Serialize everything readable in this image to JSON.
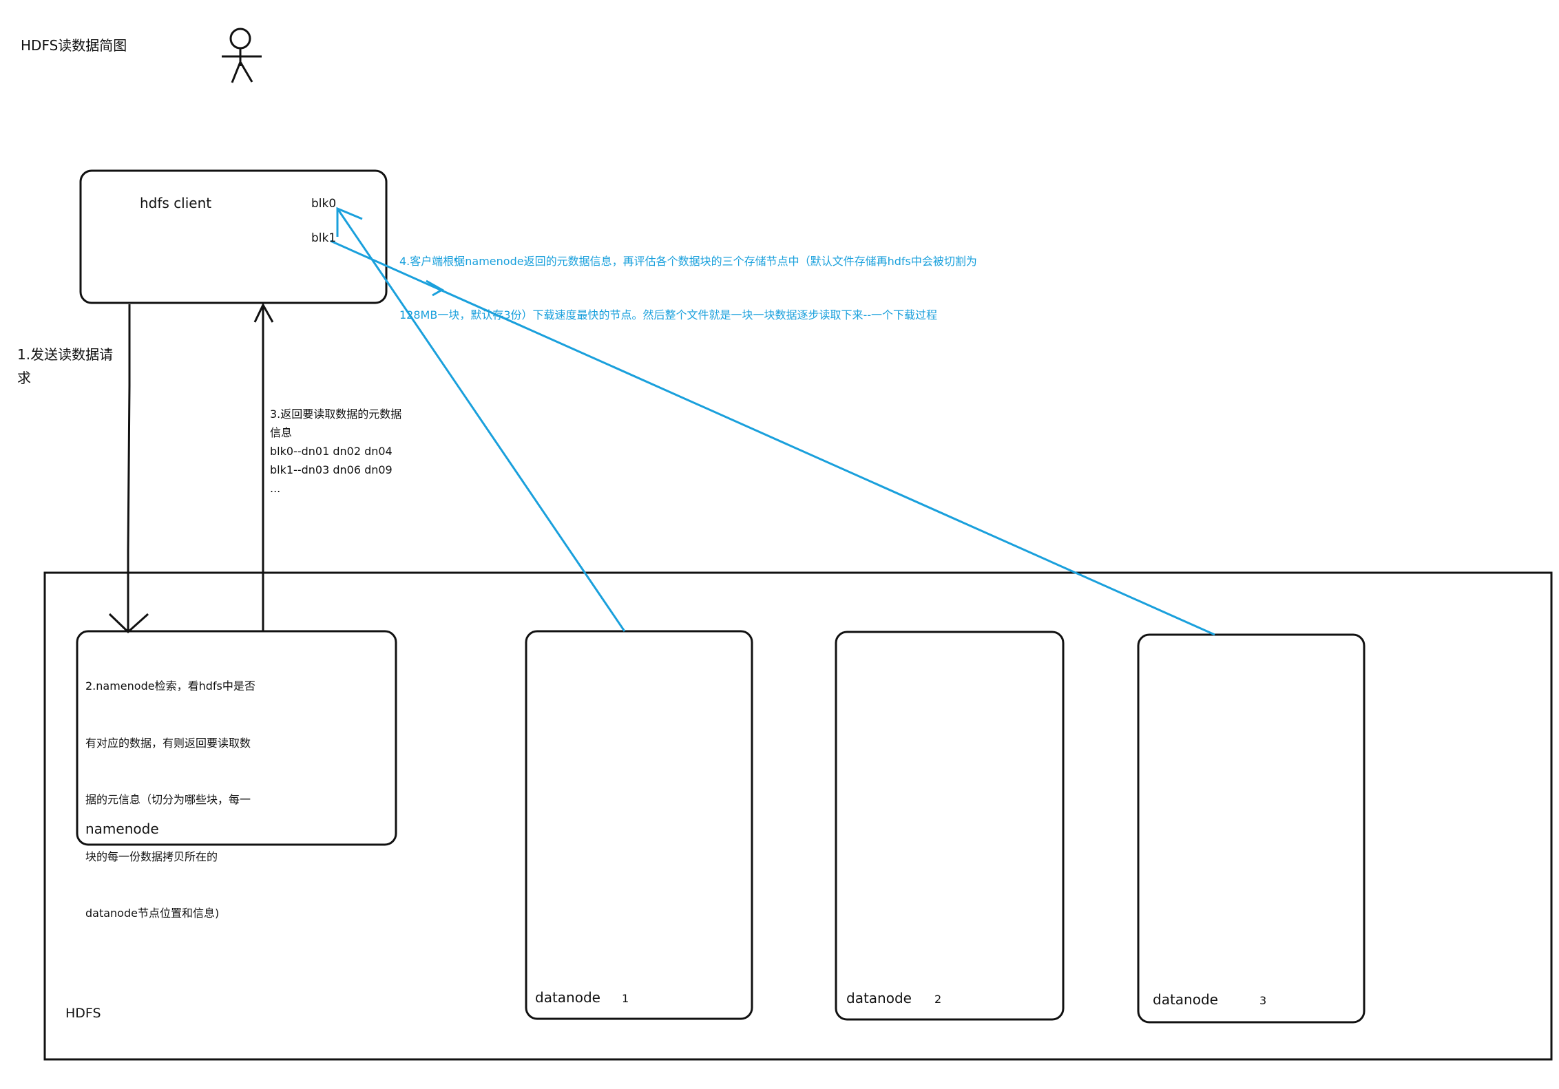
{
  "title": "HDFS读数据简图",
  "client": {
    "label": "hdfs client",
    "blocks": [
      "blk0",
      "blk1"
    ]
  },
  "step1": {
    "lines": [
      "1.发送读数据请",
      "求"
    ]
  },
  "step2": {
    "lines": [
      "2.namenode检索，看hdfs中是否",
      "有对应的数据，有则返回要读取数",
      "据的元信息（切分为哪些块，每一",
      "块的每一份数据拷贝所在的",
      "datanode节点位置和信息)"
    ]
  },
  "step3": {
    "lines": [
      "3.返回要读取数据的元数据",
      "信息",
      "blk0--dn01 dn02 dn04",
      "blk1--dn03 dn06 dn09",
      "..."
    ]
  },
  "step4": {
    "lines": [
      "4.客户端根据namenode返回的元数据信息，再评估各个数据块的三个存储节点中（默认文件存储再hdfs中会被切割为",
      "128MB一块，默认存3份）下载速度最快的节点。然后整个文件就是一块一块数据逐步读取下来--一个下载过程"
    ]
  },
  "namenode": {
    "label": "namenode"
  },
  "hdfs": {
    "label": "HDFS"
  },
  "datanodes": [
    {
      "label": "datanode",
      "number": "1"
    },
    {
      "label": "datanode",
      "number": "2"
    },
    {
      "label": "datanode",
      "number": "3"
    }
  ],
  "colors": {
    "stroke": "#111111",
    "accent": "#1aa0dc"
  }
}
